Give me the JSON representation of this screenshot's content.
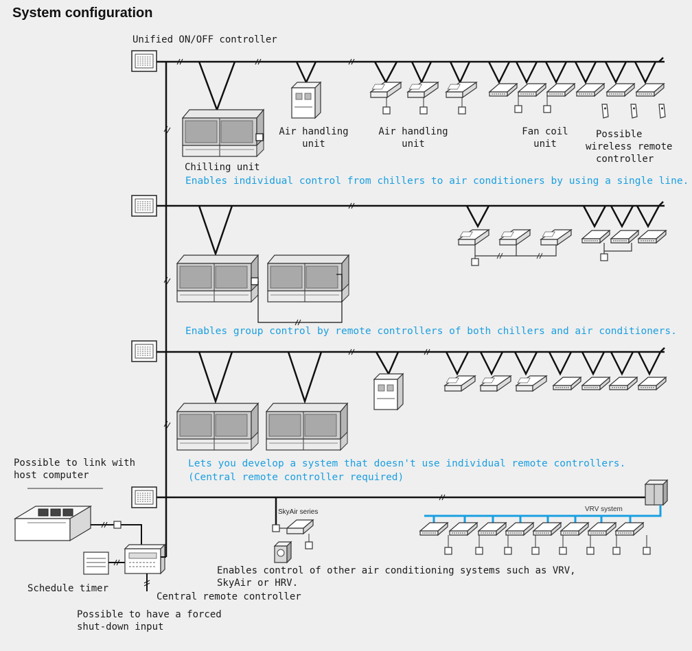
{
  "title": "System configuration",
  "labels": {
    "unified": "Unified ON/OFF controller",
    "ahu1_l1": "Air handling",
    "ahu1_l2": "unit",
    "ahu2_l1": "Air handling",
    "ahu2_l2": "unit",
    "fancoil_l1": "Fan coil",
    "fancoil_l2": "unit",
    "wireless_l1": "Possible",
    "wireless_l2": "wireless remote",
    "wireless_l3": "controller",
    "chilling": "Chilling unit",
    "host_l1": "Possible to link with",
    "host_l2": "host computer",
    "skyair": "SkyAir series",
    "vrv": "VRV system",
    "other_l1": "Enables control of other air conditioning systems such as VRV,",
    "other_l2": "SkyAir or HRV.",
    "schedule": "Schedule timer",
    "central": "Central remote controller",
    "forced_l1": "Possible to have a forced",
    "forced_l2": "shut-down input"
  },
  "captions": {
    "row1": "Enables individual control from chillers to air conditioners by using a single line.",
    "row2": "Enables group control by remote controllers of both chillers and air conditioners.",
    "row3_l1": "Lets you develop a system that doesn't use individual remote controllers.",
    "row3_l2": "(Central remote controller required)"
  },
  "colors": {
    "background": "#efefef",
    "caption": "#1a9fe0",
    "vrv_line": "#1a9fe0",
    "wire": "#111111"
  },
  "icons": [
    "controller-icon",
    "chiller-icon",
    "air-handling-unit-icon",
    "cassette-unit-icon",
    "fan-coil-unit-icon",
    "wireless-remote-icon",
    "host-computer-icon",
    "schedule-timer-icon",
    "central-controller-icon",
    "vrv-outdoor-unit-icon",
    "skyair-unit-icon"
  ]
}
